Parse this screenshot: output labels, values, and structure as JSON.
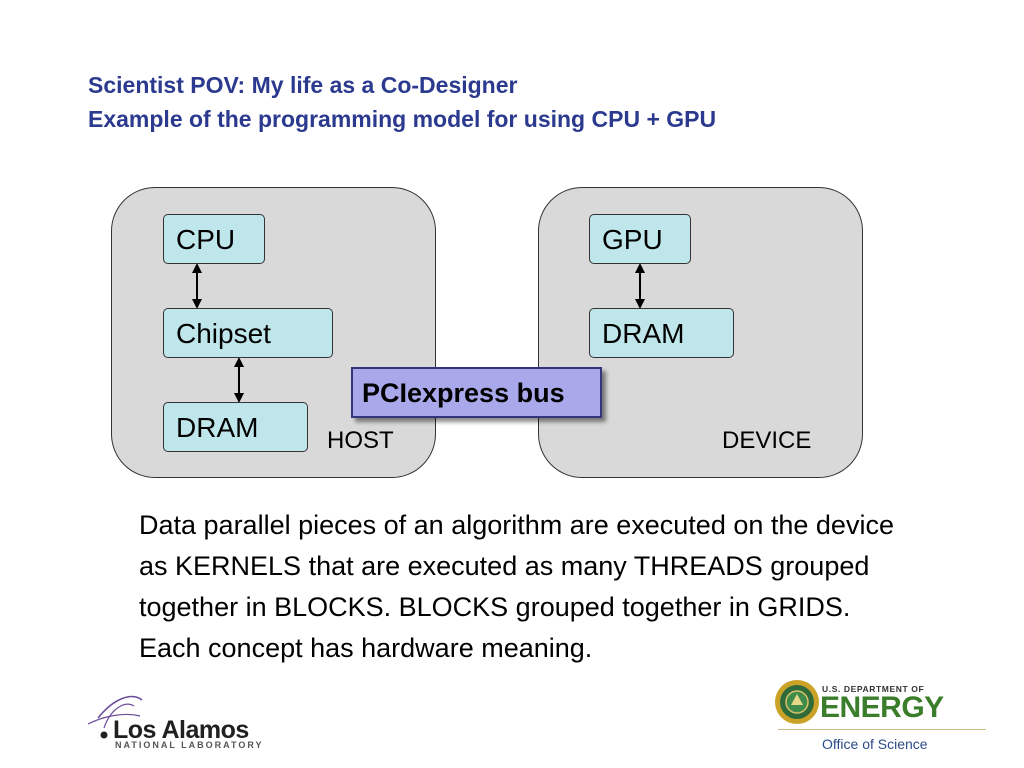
{
  "slide": {
    "title_line1": "Scientist POV: My life as a Co-Designer",
    "title_line2": "Example of the programming model for using CPU + GPU"
  },
  "diagram": {
    "host": {
      "label": "HOST",
      "boxes": {
        "cpu": "CPU",
        "chipset": "Chipset",
        "dram": "DRAM"
      }
    },
    "device": {
      "label": "DEVICE",
      "boxes": {
        "gpu": "GPU",
        "dram": "DRAM"
      }
    },
    "bus_label": "PCIexpress bus",
    "colors": {
      "panel": "#d9d9d9",
      "box": "#bfe6ea",
      "bus": "#a9a8ea",
      "title": "#2b3a8f"
    }
  },
  "body_text": "Data parallel pieces of an algorithm are executed on the device as KERNELS that are executed as many THREADS grouped together in BLOCKS. BLOCKS grouped together in GRIDS. Each concept has hardware meaning.",
  "footer": {
    "lanl": {
      "name": "Los Alamos",
      "subtitle": "NATIONAL LABORATORY"
    },
    "doe": {
      "department": "U.S. DEPARTMENT OF",
      "name": "ENERGY",
      "office": "Office of Science"
    }
  }
}
